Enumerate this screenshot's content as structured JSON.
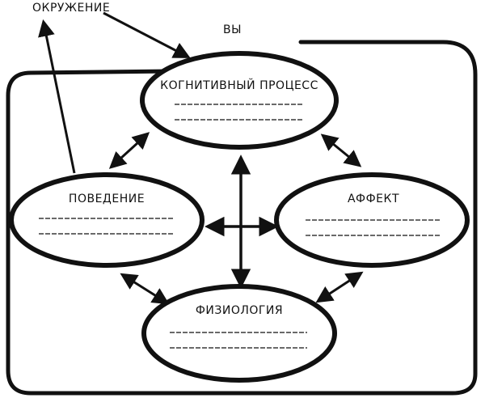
{
  "labels": {
    "environment": "ОКРУЖЕНИЕ",
    "you": "ВЫ",
    "cognition": "КОГНИТИВНЫЙ ПРОЦЕСС",
    "behavior": "ПОВЕДЕНИЕ",
    "affect": "АФФЕКТ",
    "physiology": "ФИЗИОЛОГИЯ"
  },
  "colors": {
    "ink": "#111111",
    "paper": "#ffffff"
  }
}
